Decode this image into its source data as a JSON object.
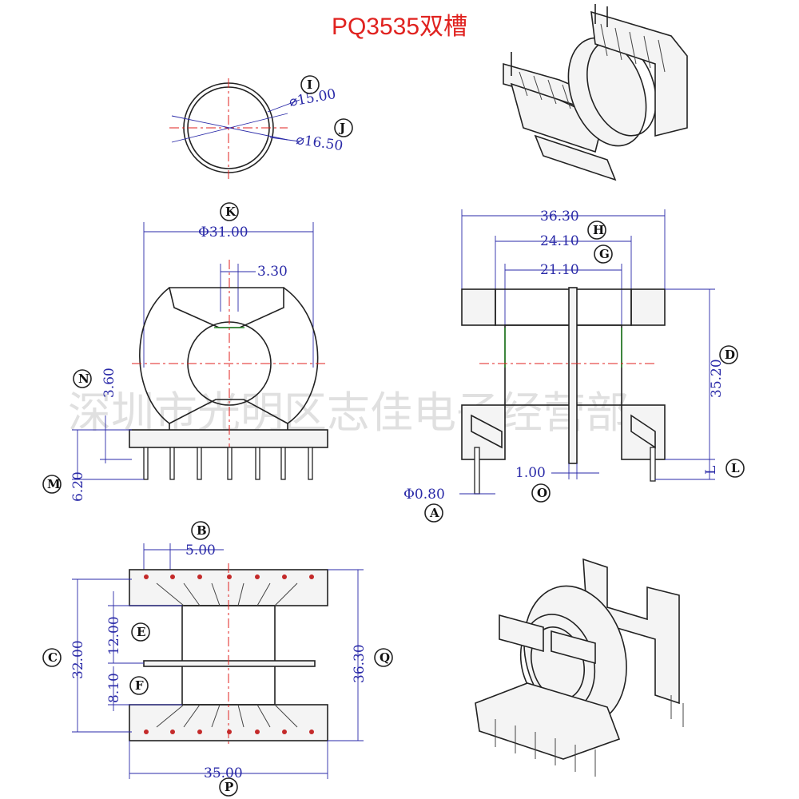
{
  "title": "PQ3535双槽",
  "watermark": "深圳市光明区志佳电子经营部",
  "dimensions": {
    "d_inner": "⌀15.00",
    "d_outer": "⌀16.50",
    "d_flange": "Φ31.00",
    "w_330": "3.30",
    "h_360": "3.60",
    "h_620": "6.20",
    "w_3630": "36.30",
    "w_2410": "24.10",
    "w_2110": "21.10",
    "h_3520": "35.20",
    "w_100": "1.00",
    "pin_dia": "Φ0.80",
    "l_label": "L",
    "w_500": "5.00",
    "h_1200": "12.00",
    "h_810": "8.10",
    "h_3200": "32.00",
    "h_3630b": "36.30",
    "w_3500": "35.00"
  },
  "tags": {
    "I": "I",
    "J": "J",
    "K": "K",
    "H": "H",
    "G": "G",
    "N": "N",
    "D": "D",
    "M": "M",
    "L": "L",
    "A": "A",
    "O": "O",
    "B": "B",
    "E": "E",
    "C": "C",
    "F": "F",
    "Q": "Q",
    "P": "P"
  }
}
